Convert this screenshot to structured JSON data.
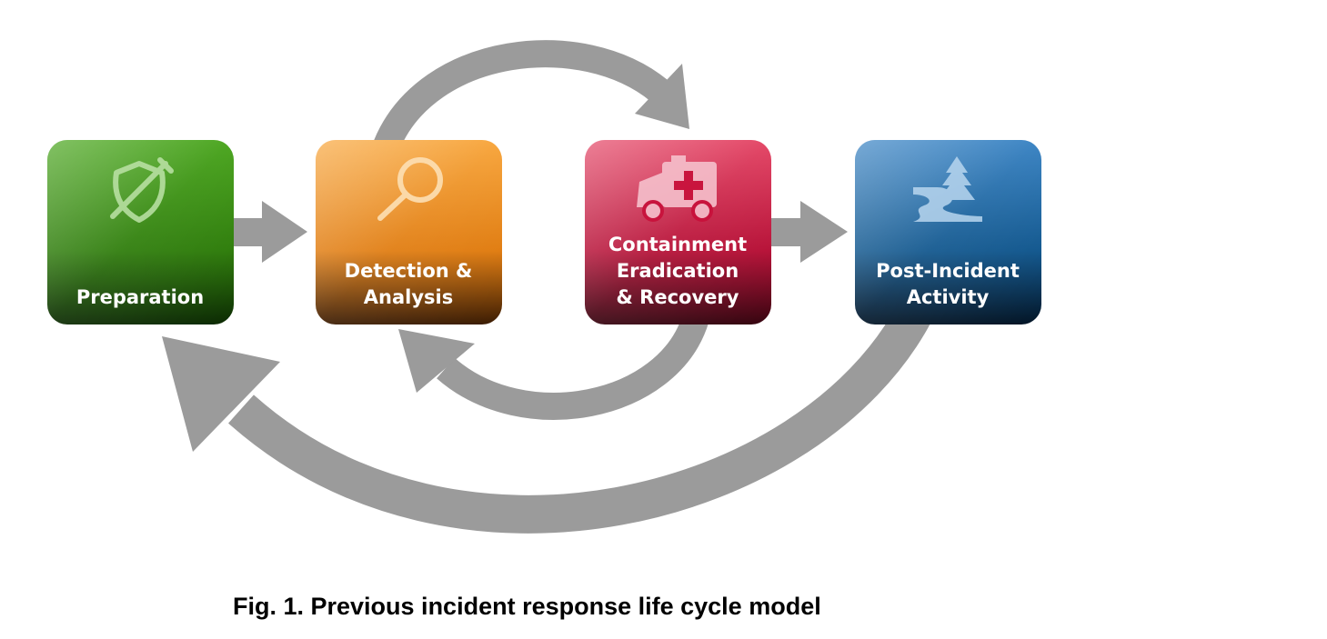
{
  "stages": [
    {
      "id": "preparation",
      "lines": [
        "Preparation"
      ],
      "icon": "shield-pen-icon",
      "color": "#2f8d06"
    },
    {
      "id": "detection-analysis",
      "lines": [
        "Detection &",
        "Analysis"
      ],
      "icon": "magnifier-icon",
      "color": "#f08a10"
    },
    {
      "id": "containment",
      "lines": [
        "Containment",
        "Eradication",
        "& Recovery"
      ],
      "icon": "ambulance-icon",
      "color": "#c8103a"
    },
    {
      "id": "post-incident",
      "lines": [
        "Post-Incident",
        "Activity"
      ],
      "icon": "river-tree-icon",
      "color": "#0f5a96"
    }
  ],
  "arrow_color": "#9b9b9b",
  "caption": "Fig. 1. Previous incident response life cycle model"
}
